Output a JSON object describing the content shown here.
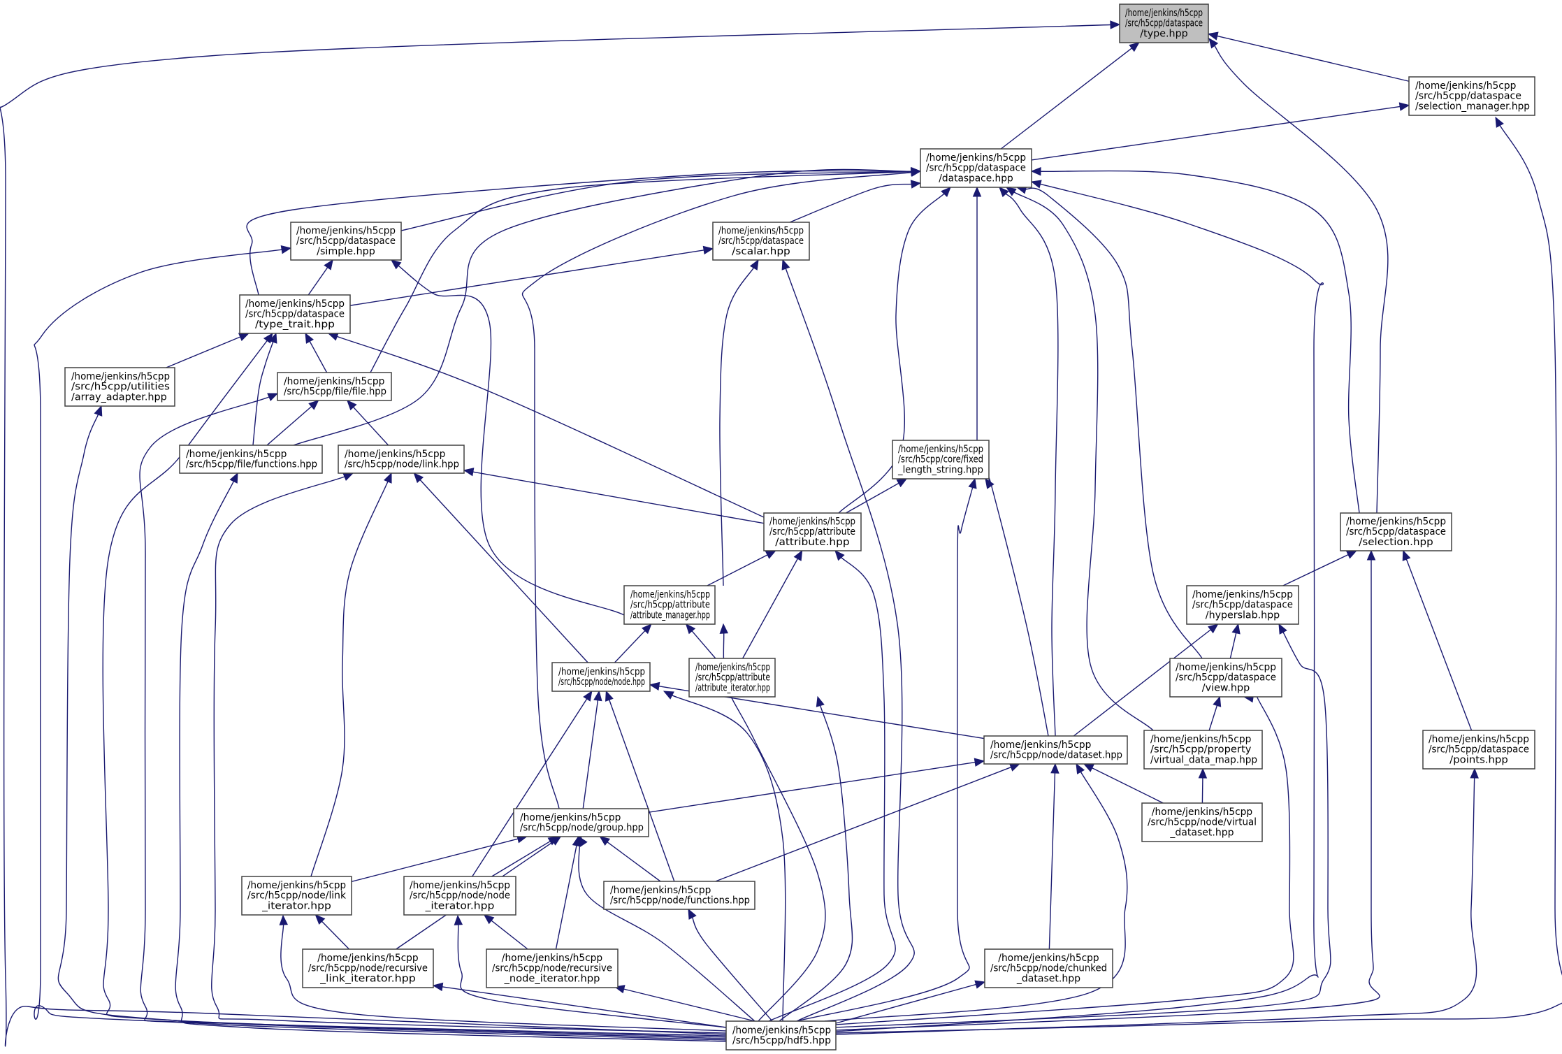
{
  "graph": {
    "title": "Include dependency graph for /home/jenkins/h5cpp/src/h5cpp/dataspace/type.hpp",
    "edge_color": "#191970",
    "root_fill": "#bfbfbf",
    "node_fill": "#ffffff",
    "nodes": [
      {
        "id": "type",
        "lines": [
          "/home/jenkins/h5cpp",
          "/src/h5cpp/dataspace",
          "/type.hpp"
        ],
        "root": true,
        "align": "center"
      },
      {
        "id": "selection_manager",
        "lines": [
          "/home/jenkins/h5cpp",
          "/src/h5cpp/dataspace",
          "/selection_manager.hpp"
        ],
        "align": "left"
      },
      {
        "id": "dataspace",
        "lines": [
          "/home/jenkins/h5cpp",
          "/src/h5cpp/dataspace",
          "/dataspace.hpp"
        ],
        "align": "center"
      },
      {
        "id": "simple",
        "lines": [
          "/home/jenkins/h5cpp",
          "/src/h5cpp/dataspace",
          "/simple.hpp"
        ],
        "align": "center"
      },
      {
        "id": "scalar",
        "lines": [
          "/home/jenkins/h5cpp",
          "/src/h5cpp/dataspace",
          "/scalar.hpp"
        ],
        "align": "center"
      },
      {
        "id": "type_trait",
        "lines": [
          "/home/jenkins/h5cpp",
          "/src/h5cpp/dataspace",
          "/type_trait.hpp"
        ],
        "align": "center"
      },
      {
        "id": "array_adapter",
        "lines": [
          "/home/jenkins/h5cpp",
          "/src/h5cpp/utilities",
          "/array_adapter.hpp"
        ],
        "align": "left"
      },
      {
        "id": "file",
        "lines": [
          "/home/jenkins/h5cpp",
          "/src/h5cpp/file/file.hpp"
        ],
        "align": "left"
      },
      {
        "id": "file_functions",
        "lines": [
          "/home/jenkins/h5cpp",
          "/src/h5cpp/file/functions.hpp"
        ],
        "align": "left"
      },
      {
        "id": "link",
        "lines": [
          "/home/jenkins/h5cpp",
          "/src/h5cpp/node/link.hpp"
        ],
        "align": "left"
      },
      {
        "id": "fixed_length_string",
        "lines": [
          "/home/jenkins/h5cpp",
          "/src/h5cpp/core/fixed",
          "_length_string.hpp"
        ],
        "align": "center"
      },
      {
        "id": "attribute",
        "lines": [
          "/home/jenkins/h5cpp",
          "/src/h5cpp/attribute",
          "/attribute.hpp"
        ],
        "align": "center"
      },
      {
        "id": "selection",
        "lines": [
          "/home/jenkins/h5cpp",
          "/src/h5cpp/dataspace",
          "/selection.hpp"
        ],
        "align": "center"
      },
      {
        "id": "attribute_manager",
        "lines": [
          "/home/jenkins/h5cpp",
          "/src/h5cpp/attribute",
          "/attribute_manager.hpp"
        ],
        "align": "left"
      },
      {
        "id": "hyperslab",
        "lines": [
          "/home/jenkins/h5cpp",
          "/src/h5cpp/dataspace",
          "/hyperslab.hpp"
        ],
        "align": "center"
      },
      {
        "id": "node",
        "lines": [
          "/home/jenkins/h5cpp",
          "/src/h5cpp/node/node.hpp"
        ],
        "align": "left"
      },
      {
        "id": "attribute_iterator",
        "lines": [
          "/home/jenkins/h5cpp",
          "/src/h5cpp/attribute",
          "/attribute_iterator.hpp"
        ],
        "align": "left"
      },
      {
        "id": "view",
        "lines": [
          "/home/jenkins/h5cpp",
          "/src/h5cpp/dataspace",
          "/view.hpp"
        ],
        "align": "center"
      },
      {
        "id": "dataset",
        "lines": [
          "/home/jenkins/h5cpp",
          "/src/h5cpp/node/dataset.hpp"
        ],
        "align": "left"
      },
      {
        "id": "virtual_data_map",
        "lines": [
          "/home/jenkins/h5cpp",
          "/src/h5cpp/property",
          "/virtual_data_map.hpp"
        ],
        "align": "left"
      },
      {
        "id": "points",
        "lines": [
          "/home/jenkins/h5cpp",
          "/src/h5cpp/dataspace",
          "/points.hpp"
        ],
        "align": "center"
      },
      {
        "id": "group",
        "lines": [
          "/home/jenkins/h5cpp",
          "/src/h5cpp/node/group.hpp"
        ],
        "align": "left"
      },
      {
        "id": "virtual_dataset",
        "lines": [
          "/home/jenkins/h5cpp",
          "/src/h5cpp/node/virtual",
          "_dataset.hpp"
        ],
        "align": "center"
      },
      {
        "id": "link_iterator",
        "lines": [
          "/home/jenkins/h5cpp",
          "/src/h5cpp/node/link",
          "_iterator.hpp"
        ],
        "align": "center"
      },
      {
        "id": "node_iterator",
        "lines": [
          "/home/jenkins/h5cpp",
          "/src/h5cpp/node/node",
          "_iterator.hpp"
        ],
        "align": "center"
      },
      {
        "id": "node_functions",
        "lines": [
          "/home/jenkins/h5cpp",
          "/src/h5cpp/node/functions.hpp"
        ],
        "align": "left"
      },
      {
        "id": "recursive_link_iterator",
        "lines": [
          "/home/jenkins/h5cpp",
          "/src/h5cpp/node/recursive",
          "_link_iterator.hpp"
        ],
        "align": "center"
      },
      {
        "id": "recursive_node_iterator",
        "lines": [
          "/home/jenkins/h5cpp",
          "/src/h5cpp/node/recursive",
          "_node_iterator.hpp"
        ],
        "align": "center"
      },
      {
        "id": "chunked_dataset",
        "lines": [
          "/home/jenkins/h5cpp",
          "/src/h5cpp/node/chunked",
          "_dataset.hpp"
        ],
        "align": "center"
      },
      {
        "id": "hdf5",
        "lines": [
          "/home/jenkins/h5cpp",
          "/src/h5cpp/hdf5.hpp"
        ],
        "align": "left"
      }
    ],
    "edges": [
      {
        "from": "dataspace",
        "to": "type"
      },
      {
        "from": "selection_manager",
        "to": "type"
      },
      {
        "from": "selection",
        "to": "type"
      },
      {
        "from": "hdf5",
        "to": "type"
      },
      {
        "from": "dataspace",
        "to": "selection_manager"
      },
      {
        "from": "hdf5",
        "to": "selection_manager"
      },
      {
        "from": "simple",
        "to": "dataspace"
      },
      {
        "from": "scalar",
        "to": "dataspace"
      },
      {
        "from": "type_trait",
        "to": "dataspace"
      },
      {
        "from": "file",
        "to": "dataspace"
      },
      {
        "from": "file_functions",
        "to": "dataspace"
      },
      {
        "from": "group",
        "to": "dataspace"
      },
      {
        "from": "attribute",
        "to": "dataspace"
      },
      {
        "from": "fixed_length_string",
        "to": "dataspace"
      },
      {
        "from": "dataset",
        "to": "dataspace"
      },
      {
        "from": "virtual_data_map",
        "to": "dataspace"
      },
      {
        "from": "view",
        "to": "dataspace"
      },
      {
        "from": "selection",
        "to": "dataspace"
      },
      {
        "from": "hdf5",
        "to": "dataspace"
      },
      {
        "from": "type_trait",
        "to": "simple"
      },
      {
        "from": "attribute_manager",
        "to": "simple"
      },
      {
        "from": "hdf5",
        "to": "simple"
      },
      {
        "from": "type_trait",
        "to": "scalar"
      },
      {
        "from": "attribute_manager",
        "to": "scalar"
      },
      {
        "from": "hdf5",
        "to": "scalar"
      },
      {
        "from": "array_adapter",
        "to": "type_trait"
      },
      {
        "from": "file",
        "to": "type_trait"
      },
      {
        "from": "file_functions",
        "to": "type_trait"
      },
      {
        "from": "attribute",
        "to": "type_trait"
      },
      {
        "from": "hdf5",
        "to": "type_trait"
      },
      {
        "from": "hdf5",
        "to": "array_adapter"
      },
      {
        "from": "file_functions",
        "to": "file"
      },
      {
        "from": "link",
        "to": "file"
      },
      {
        "from": "hdf5",
        "to": "file"
      },
      {
        "from": "hdf5",
        "to": "file_functions"
      },
      {
        "from": "attribute",
        "to": "link"
      },
      {
        "from": "node",
        "to": "link"
      },
      {
        "from": "link_iterator",
        "to": "link"
      },
      {
        "from": "hdf5",
        "to": "link"
      },
      {
        "from": "attribute",
        "to": "fixed_length_string"
      },
      {
        "from": "dataset",
        "to": "fixed_length_string"
      },
      {
        "from": "hdf5",
        "to": "fixed_length_string"
      },
      {
        "from": "attribute_manager",
        "to": "attribute"
      },
      {
        "from": "attribute_iterator",
        "to": "attribute"
      },
      {
        "from": "hdf5",
        "to": "attribute"
      },
      {
        "from": "hyperslab",
        "to": "selection"
      },
      {
        "from": "points",
        "to": "selection"
      },
      {
        "from": "hdf5",
        "to": "selection"
      },
      {
        "from": "node",
        "to": "attribute_manager"
      },
      {
        "from": "attribute_iterator",
        "to": "attribute_manager"
      },
      {
        "from": "hdf5",
        "to": "attribute_manager"
      },
      {
        "from": "view",
        "to": "hyperslab"
      },
      {
        "from": "dataset",
        "to": "hyperslab"
      },
      {
        "from": "hdf5",
        "to": "hyperslab"
      },
      {
        "from": "group",
        "to": "node"
      },
      {
        "from": "dataset",
        "to": "node"
      },
      {
        "from": "node_iterator",
        "to": "node"
      },
      {
        "from": "node_functions",
        "to": "node"
      },
      {
        "from": "hdf5",
        "to": "node"
      },
      {
        "from": "hdf5",
        "to": "attribute_iterator"
      },
      {
        "from": "virtual_data_map",
        "to": "view"
      },
      {
        "from": "hdf5",
        "to": "view"
      },
      {
        "from": "group",
        "to": "dataset"
      },
      {
        "from": "node_functions",
        "to": "dataset"
      },
      {
        "from": "virtual_dataset",
        "to": "dataset"
      },
      {
        "from": "chunked_dataset",
        "to": "dataset"
      },
      {
        "from": "hdf5",
        "to": "dataset"
      },
      {
        "from": "virtual_dataset",
        "to": "virtual_data_map"
      },
      {
        "from": "hdf5",
        "to": "points"
      },
      {
        "from": "link_iterator",
        "to": "group"
      },
      {
        "from": "recursive_link_iterator",
        "to": "group"
      },
      {
        "from": "node_iterator",
        "to": "group"
      },
      {
        "from": "recursive_node_iterator",
        "to": "group"
      },
      {
        "from": "node_functions",
        "to": "group"
      },
      {
        "from": "hdf5",
        "to": "group"
      },
      {
        "from": "recursive_link_iterator",
        "to": "link_iterator"
      },
      {
        "from": "hdf5",
        "to": "link_iterator"
      },
      {
        "from": "recursive_node_iterator",
        "to": "node_iterator"
      },
      {
        "from": "hdf5",
        "to": "node_iterator"
      },
      {
        "from": "hdf5",
        "to": "node_functions"
      },
      {
        "from": "hdf5",
        "to": "recursive_link_iterator"
      },
      {
        "from": "hdf5",
        "to": "recursive_node_iterator"
      },
      {
        "from": "hdf5",
        "to": "chunked_dataset"
      }
    ]
  }
}
